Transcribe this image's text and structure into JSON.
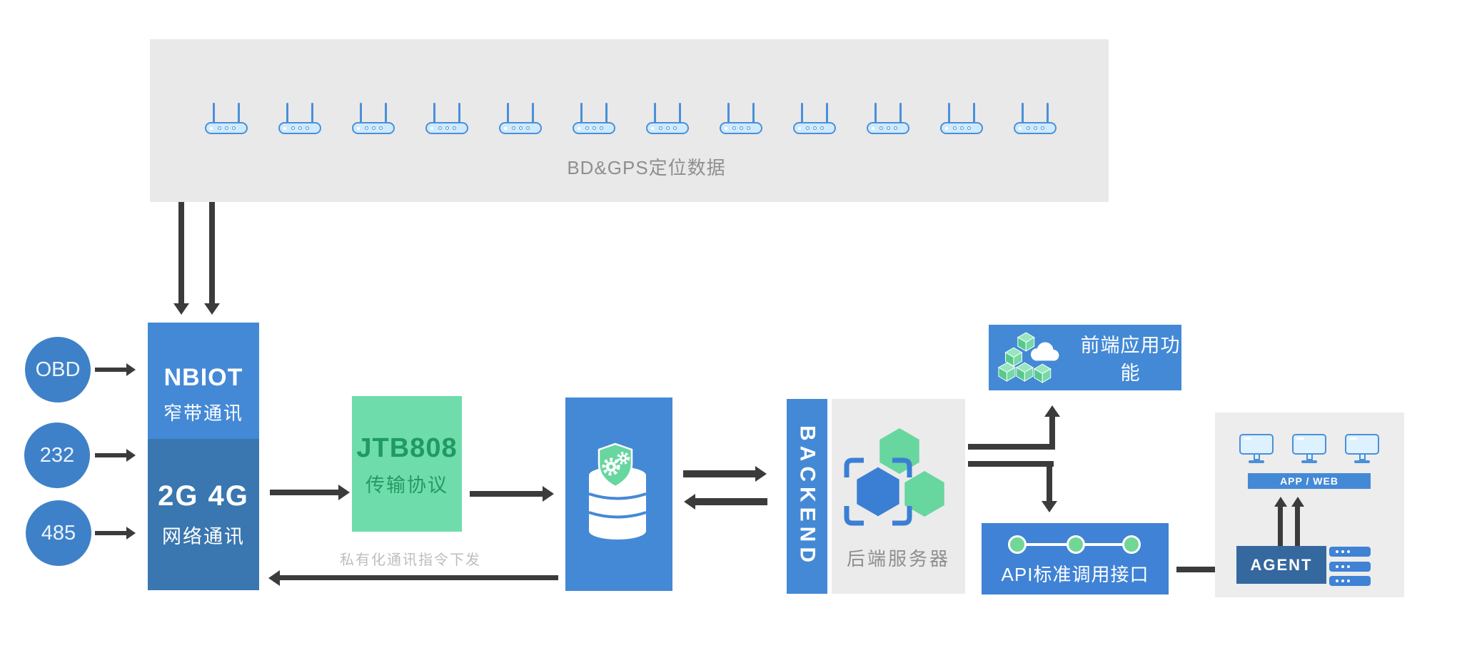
{
  "top_panel": {
    "caption": "BD&GPS定位数据",
    "device_count": 12,
    "device_icon": "wireless-router-icon"
  },
  "ports": [
    {
      "label": "OBD"
    },
    {
      "label": "232"
    },
    {
      "label": "485"
    }
  ],
  "gateway": {
    "nbiot_title": "NBIOT",
    "nbiot_subtitle": "窄带通讯",
    "cellular_title": "2G 4G",
    "cellular_subtitle": "网络通讯"
  },
  "protocol": {
    "title": "JTB808",
    "subtitle": "传输协议"
  },
  "platform": {
    "icon": "database-shield-icon"
  },
  "backend": {
    "vertical_label": "BACKEND",
    "caption": "后端服务器",
    "icon": "hexagon-cluster-icon"
  },
  "frontend": {
    "label": "前端应用功能",
    "icon": "cubes-cloud-icon"
  },
  "api": {
    "label": "API标准调用接口",
    "connector_dots": 3
  },
  "client": {
    "app_web_label": "APP / WEB",
    "agent_label": "AGENT",
    "monitor_count": 3,
    "server_count": 3
  },
  "downlink": {
    "label": "私有化通讯指令下发"
  },
  "colors": {
    "accent_blue": "#4489d6",
    "api_blue": "#3f82d6",
    "steel_blue": "#3a76af",
    "agent_blue": "#35689e",
    "port_blue": "#3e81c8",
    "mint_green": "#6fdcab",
    "icon_green": "#67d69f",
    "green_text": "#1f9a62",
    "arrow_dark": "#3b3b3b",
    "panel_gray": "#e9e9e9",
    "text_gray": "#8f8f8f",
    "text_light_gray": "#bdbdbd",
    "device_stroke_blue": "#4a90d9",
    "device_fill_blue": "#cfeafd"
  }
}
